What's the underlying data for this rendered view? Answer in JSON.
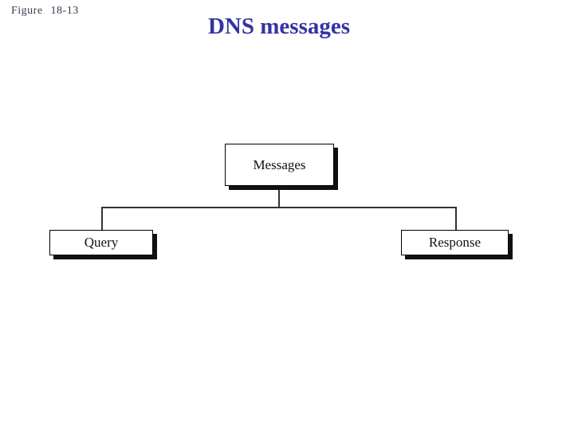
{
  "slide": {
    "figure_label": "Figure  18-13",
    "title": "DNS messages"
  },
  "diagram": {
    "type": "tree",
    "root": {
      "label": "Messages"
    },
    "children": [
      {
        "label": "Query"
      },
      {
        "label": "Response"
      }
    ]
  },
  "colors": {
    "background": "#ffffff",
    "title": "#3333a3",
    "figure_label": "#39394f",
    "box_border": "#000000",
    "box_shadow": "#111111",
    "box_text": "#111111",
    "connector": "#333333"
  }
}
